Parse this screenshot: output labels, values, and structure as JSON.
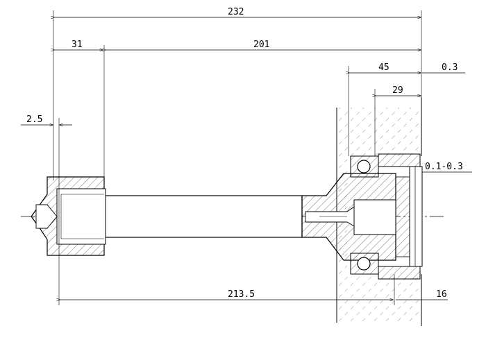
{
  "dimensions": {
    "overall_length": "232",
    "left_section": "31",
    "right_section": "201",
    "bearing_seat": "45",
    "gap_top": "0.3",
    "inner_seat": "29",
    "groove": "2.5",
    "washer_gap": "0.1-0.3",
    "bottom_length": "213.5",
    "flange": "16"
  }
}
